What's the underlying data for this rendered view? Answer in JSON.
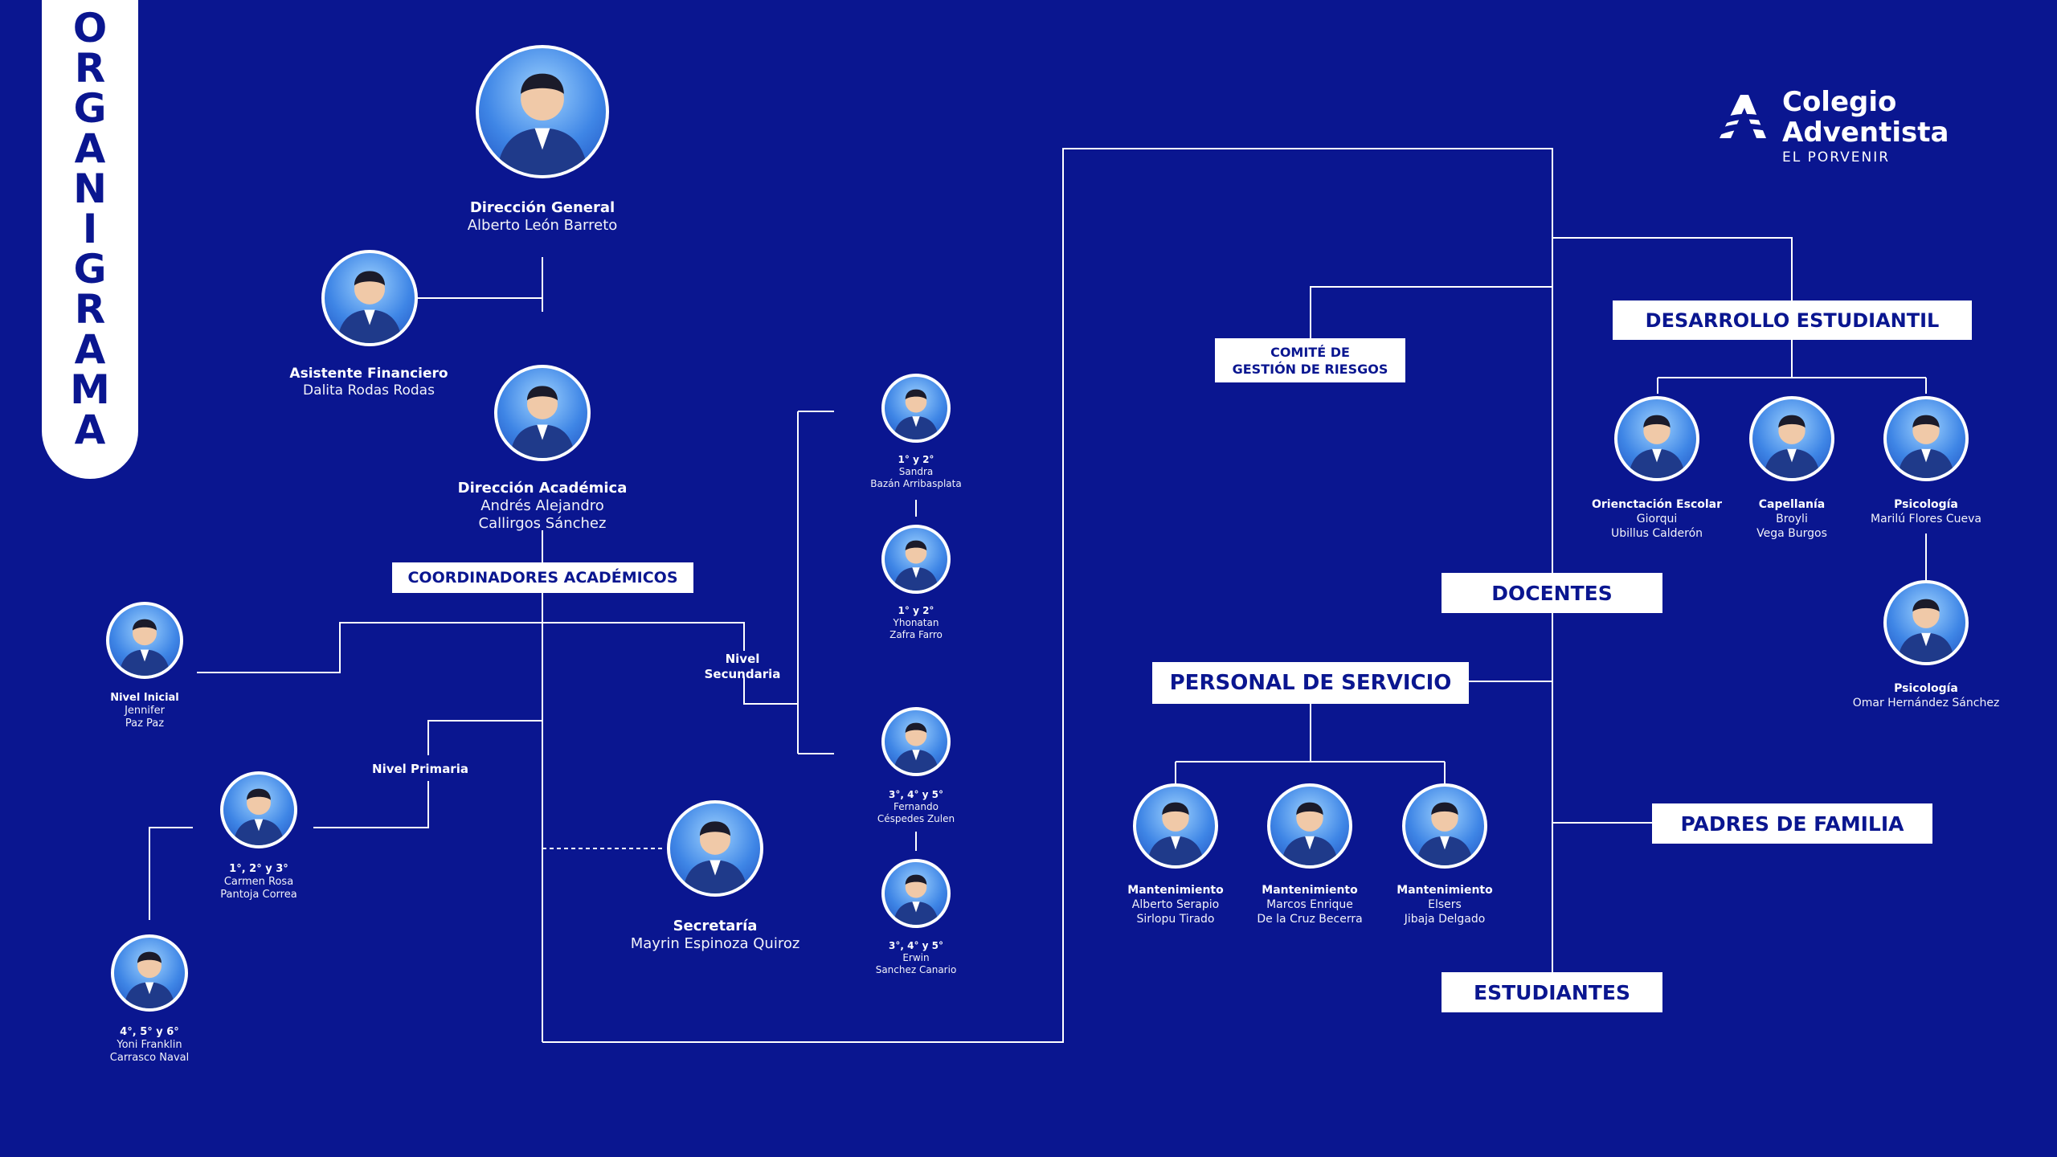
{
  "title_letters": [
    "O",
    "R",
    "G",
    "A",
    "N",
    "I",
    "G",
    "R",
    "A",
    "M",
    "A"
  ],
  "logo": {
    "line1": "Colegio",
    "line2": "Adventista",
    "line3": "EL PORVENIR",
    "icon": "adventist-flame-icon"
  },
  "colors": {
    "background": "#0a1690",
    "box_bg": "#ffffff",
    "box_text": "#0a1690",
    "line": "#ffffff"
  },
  "boxes": {
    "coordinadores": "COORDINADORES ACADÉMICOS",
    "comite": [
      "COMITÉ DE",
      "GESTIÓN DE RIESGOS"
    ],
    "desarrollo": "DESARROLLO ESTUDIANTIL",
    "docentes": "DOCENTES",
    "personal": "PERSONAL DE SERVICIO",
    "padres": "PADRES DE FAMILIA",
    "estudiantes": "ESTUDIANTES"
  },
  "labels": {
    "nivel_secundaria": [
      "Nivel",
      "Secundaria"
    ],
    "nivel_primaria": "Nivel Primaria"
  },
  "people": {
    "direccion_general": {
      "role": "Dirección General",
      "name": [
        "Alberto León Barreto"
      ]
    },
    "asistente": {
      "role": "Asistente Financiero",
      "name": [
        "Dalita Rodas Rodas"
      ]
    },
    "direccion_academica": {
      "role": "Dirección Académica",
      "name": [
        "Andrés Alejandro",
        "Callirgos Sánchez"
      ]
    },
    "nivel_inicial": {
      "role": "Nivel Inicial",
      "name": [
        "Jennifer",
        "Paz Paz"
      ]
    },
    "primaria_123": {
      "role": "1°, 2° y 3°",
      "name": [
        "Carmen Rosa",
        "Pantoja Correa"
      ]
    },
    "primaria_456": {
      "role": "4°, 5° y 6°",
      "name": [
        "Yoni Franklin",
        "Carrasco Naval"
      ]
    },
    "secretaria": {
      "role": "Secretaría",
      "name": [
        "Mayrin Espinoza Quiroz"
      ]
    },
    "sec_12a": {
      "role": "1° y 2°",
      "name": [
        "Sandra",
        "Bazán Arribasplata"
      ]
    },
    "sec_12b": {
      "role": "1° y 2°",
      "name": [
        "Yhonatan",
        "Zafra Farro"
      ]
    },
    "sec_345a": {
      "role": "3°, 4° y 5°",
      "name": [
        "Fernando",
        "Céspedes Zulen"
      ]
    },
    "sec_345b": {
      "role": "3°, 4° y 5°",
      "name": [
        "Erwin",
        "Sanchez Canario"
      ]
    },
    "orientacion": {
      "role": "Orienctación Escolar",
      "name": [
        "Giorqui",
        "Ubillus Calderón"
      ]
    },
    "capellania": {
      "role": "Capellanía",
      "name": [
        "Broyli",
        "Vega Burgos"
      ]
    },
    "psicologia1": {
      "role": "Psicología",
      "name": [
        "Marilú Flores Cueva"
      ]
    },
    "psicologia2": {
      "role": "Psicología",
      "name": [
        "Omar Hernández Sánchez"
      ]
    },
    "mant1": {
      "role": "Mantenimiento",
      "name": [
        "Alberto Serapio",
        "Sirlopu Tirado"
      ]
    },
    "mant2": {
      "role": "Mantenimiento",
      "name": [
        "Marcos Enrique",
        "De la Cruz Becerra"
      ]
    },
    "mant3": {
      "role": "Mantenimiento",
      "name": [
        "Elsers",
        "Jibaja Delgado"
      ]
    }
  }
}
